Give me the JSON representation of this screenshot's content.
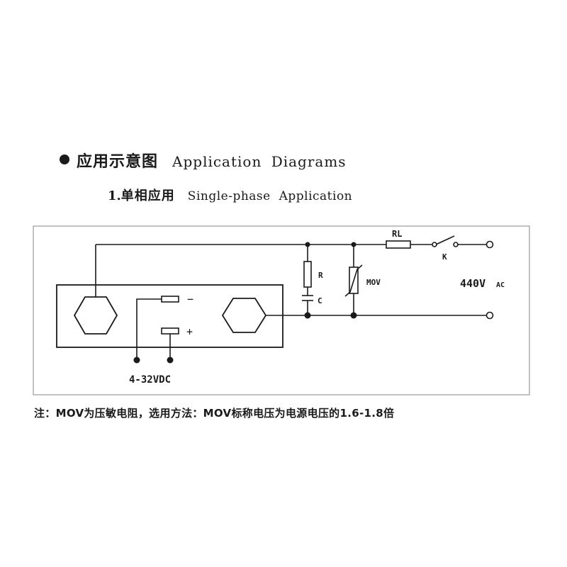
{
  "heading": {
    "title_zh": "应用示意图",
    "title_en": "Application Diagrams"
  },
  "subheading": {
    "number": "1.",
    "title_zh": "单相应用",
    "title_en": "Single-phase Application"
  },
  "diagram": {
    "labels": {
      "rl": "RL",
      "k": "K",
      "r": "R",
      "c": "C",
      "mov": "MOV",
      "supply_value": "440V",
      "supply_unit": "AC",
      "minus": "−",
      "plus": "+",
      "control_voltage": "4-32VDC"
    }
  },
  "note": "注：MOV为压敏电阻，选用方法：MOV标称电压为电源电压的1.6-1.8倍"
}
